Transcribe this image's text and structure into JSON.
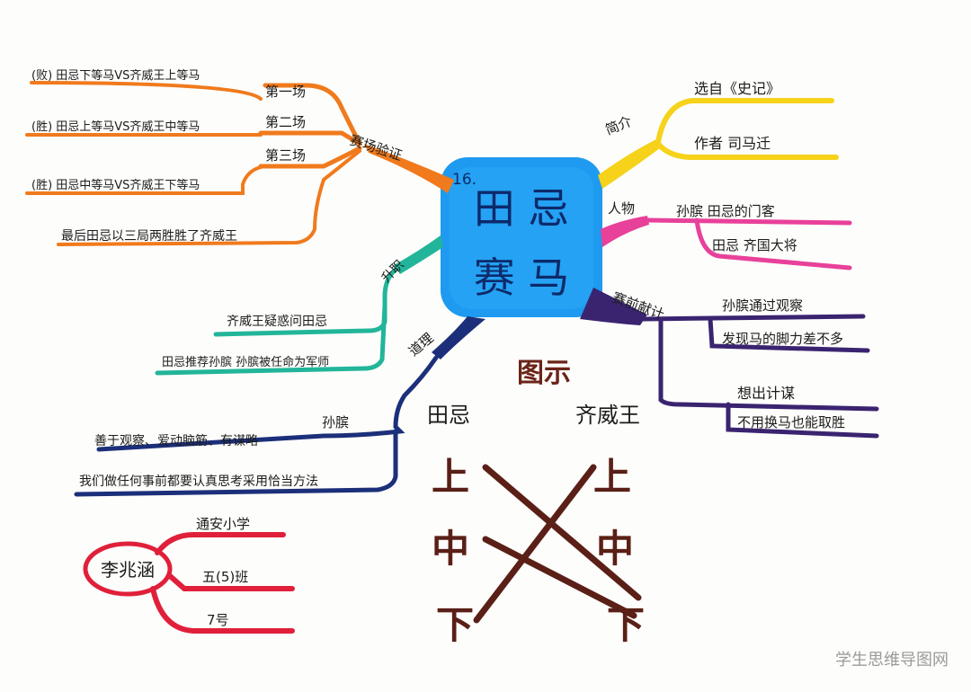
{
  "center": {
    "number": "16.",
    "title_line1": "田 忌",
    "title_line2": "赛 马"
  },
  "branches": {
    "race_verify": {
      "label": "赛场验证",
      "rounds": [
        {
          "label": "第一场",
          "detail": "(败) 田忌下等马VS齐威王上等马"
        },
        {
          "label": "第二场",
          "detail": "(胜) 田忌上等马VS齐威王中等马"
        },
        {
          "label": "第三场",
          "detail": "(胜) 田忌中等马VS齐威王下等马"
        }
      ],
      "result": "最后田忌以三局两胜胜了齐威王"
    },
    "intro": {
      "label": "简介",
      "source": "选自《史记》",
      "author": "作者  司马迁"
    },
    "characters": {
      "label": "人物",
      "sunbin": "孙膑  田忌的门客",
      "tianji": "田忌   齐国大将"
    },
    "strategy": {
      "label": "赛前献计",
      "observe": "孙膑通过观察",
      "found": "发现马的脚力差不多",
      "plan": "想出计谋",
      "win": "不用换马也能取胜"
    },
    "promotion": {
      "label": "升职",
      "q": "齐威王疑惑问田忌",
      "r": "田忌推荐孙膑  孙膑被任命为军师"
    },
    "reason": {
      "label": "道理",
      "sub": "孙膑",
      "trait": "善于观察、爱动脑筋、有谋略",
      "lesson": "我们做任何事前都要认真思考采用恰当方法"
    }
  },
  "illustration": {
    "title": "图示",
    "left_title": "田忌",
    "right_title": "齐威王",
    "left_grades": [
      "上",
      "中",
      "下"
    ],
    "right_grades": [
      "上",
      "中",
      "下"
    ]
  },
  "author_info": {
    "name": "李兆涵",
    "school": "通安小学",
    "class": "五(5)班",
    "number": "7号"
  },
  "watermark": "学生思维导图网",
  "colors": {
    "orange": "#f07a1c",
    "yellow": "#f6d21a",
    "pink": "#e8419a",
    "purple": "#3a2470",
    "teal": "#22b59a",
    "navy": "#1c2f7a",
    "center_blue": "#1e9af0",
    "red": "#e0203a",
    "brown": "#5a1f16"
  }
}
